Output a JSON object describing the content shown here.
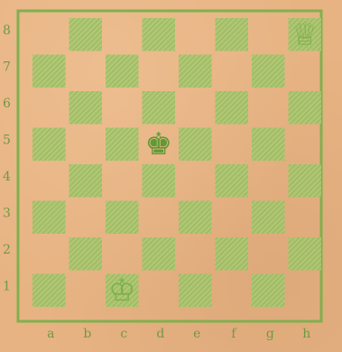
{
  "board": {
    "files": [
      "a",
      "b",
      "c",
      "d",
      "e",
      "f",
      "g",
      "h"
    ],
    "ranks": [
      "8",
      "7",
      "6",
      "5",
      "4",
      "3",
      "2",
      "1"
    ],
    "pieces": [
      {
        "square": "h8",
        "color": "white",
        "piece": "queen",
        "glyph": "♕"
      },
      {
        "square": "d5",
        "color": "black",
        "piece": "king",
        "glyph": "♚"
      },
      {
        "square": "c1",
        "color": "white",
        "piece": "king",
        "glyph": "♔"
      }
    ]
  },
  "colors": {
    "paper": "#e7b383",
    "ink": "#7fb24d",
    "dark_square": "#9cc46a",
    "border": "#80b04e"
  }
}
